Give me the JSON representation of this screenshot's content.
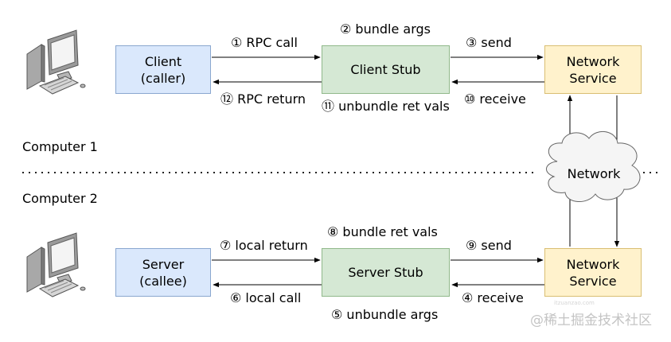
{
  "computer1": {
    "label": "Computer 1",
    "client": "Client\n(caller)",
    "client_stub": "Client Stub",
    "network_service": "Network\nService",
    "steps": {
      "rpc_call": "① RPC call",
      "bundle_args": "② bundle args",
      "send": "③ send",
      "receive": "⑩ receive",
      "unbundle_ret_vals": "⑪ unbundle ret vals",
      "rpc_return": "⑫ RPC return"
    }
  },
  "computer2": {
    "label": "Computer 2",
    "server": "Server\n(callee)",
    "server_stub": "Server Stub",
    "network_service": "Network\nService",
    "steps": {
      "receive": "④ receive",
      "unbundle_args": "⑤ unbundle args",
      "local_call": "⑥ local call",
      "local_return": "⑦ local return",
      "bundle_ret_vals": "⑧ bundle ret vals",
      "send": "⑨ send"
    }
  },
  "network": "Network",
  "watermark": "@稀土掘金技术社区",
  "watermark_small": "itzuanzao.com"
}
